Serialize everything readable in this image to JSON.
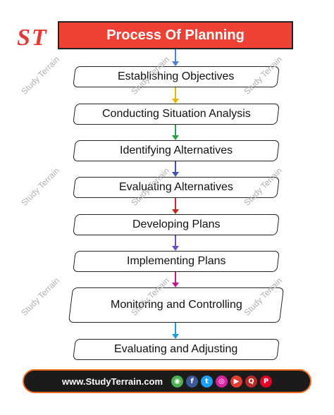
{
  "logo": {
    "text": "ST"
  },
  "title": "Process Of Planning",
  "steps": [
    {
      "label": "Establishing Objectives"
    },
    {
      "label": "Conducting Situation Analysis"
    },
    {
      "label": "Identifying Alternatives"
    },
    {
      "label": "Evaluating Alternatives"
    },
    {
      "label": "Developing Plans"
    },
    {
      "label": "Implementing Plans"
    },
    {
      "label": "Monitoring and Controlling"
    },
    {
      "label": "Evaluating and Adjusting"
    }
  ],
  "connector_colors": [
    "#4a7fd4",
    "#e8b400",
    "#2e9b4e",
    "#3f51b5",
    "#c62828",
    "#6a4fc2",
    "#c2188f",
    "#1e9bd6"
  ],
  "watermark": "Study Terrain",
  "footer": {
    "url": "www.StudyTerrain.com",
    "icons": [
      {
        "name": "globe-icon",
        "glyph": "◉",
        "color": "#4caf50"
      },
      {
        "name": "facebook-icon",
        "glyph": "f",
        "color": "#3b5998"
      },
      {
        "name": "twitter-icon",
        "glyph": "t",
        "color": "#1da1f2"
      },
      {
        "name": "instagram-icon",
        "glyph": "◎",
        "color": "#d6249f"
      },
      {
        "name": "youtube-icon",
        "glyph": "▶",
        "color": "#e53935"
      },
      {
        "name": "quora-icon",
        "glyph": "Q",
        "color": "#b92b27"
      },
      {
        "name": "pinterest-icon",
        "glyph": "P",
        "color": "#e60023"
      }
    ]
  },
  "colors": {
    "title_bg": "#ef4136",
    "logo": "#e53935",
    "footer_bg": "#1b1b1b",
    "footer_border": "#f26a21"
  }
}
